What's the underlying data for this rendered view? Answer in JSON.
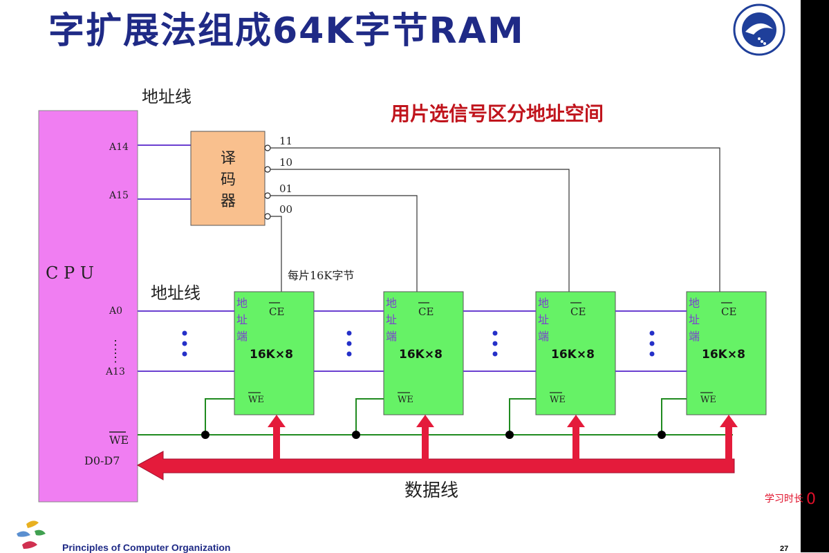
{
  "title": "字扩展法组成64K字节RAM",
  "annotation": "用片选信号区分地址空间",
  "cpu": {
    "label": "C P U",
    "pins": {
      "a14": "A14",
      "a15": "A15",
      "a0": "A0",
      "a13": "A13",
      "we": "WE",
      "data": "D0-D7"
    }
  },
  "decoder": {
    "label": "译码器",
    "outputs": [
      "11",
      "10",
      "01",
      "00"
    ]
  },
  "address_line_label": "地址线",
  "address_line_label_2": "地址线",
  "chip_note": "每片16K字节",
  "chips": [
    {
      "capacity": "16K×8",
      "addr_label": "地址端",
      "ce": "CE",
      "we": "WE"
    },
    {
      "capacity": "16K×8",
      "addr_label": "地址端",
      "ce": "CE",
      "we": "WE"
    },
    {
      "capacity": "16K×8",
      "addr_label": "地址端",
      "ce": "CE",
      "we": "WE"
    },
    {
      "capacity": "16K×8",
      "addr_label": "地址端",
      "ce": "CE",
      "we": "WE"
    }
  ],
  "data_bus_label": "数据线",
  "study_note": {
    "text": "学习时长",
    "value": "0"
  },
  "footer": "Principles of Computer Organization",
  "page_number": "27",
  "colors": {
    "cpu": "#f07ef2",
    "chip": "#66f266",
    "decoder": "#f9c08e",
    "bus": "#e41b3b",
    "addr_line": "#6a3fd0",
    "we_line": "#1f8a1f",
    "title": "#1f2a86",
    "annotation": "#c0141c"
  }
}
